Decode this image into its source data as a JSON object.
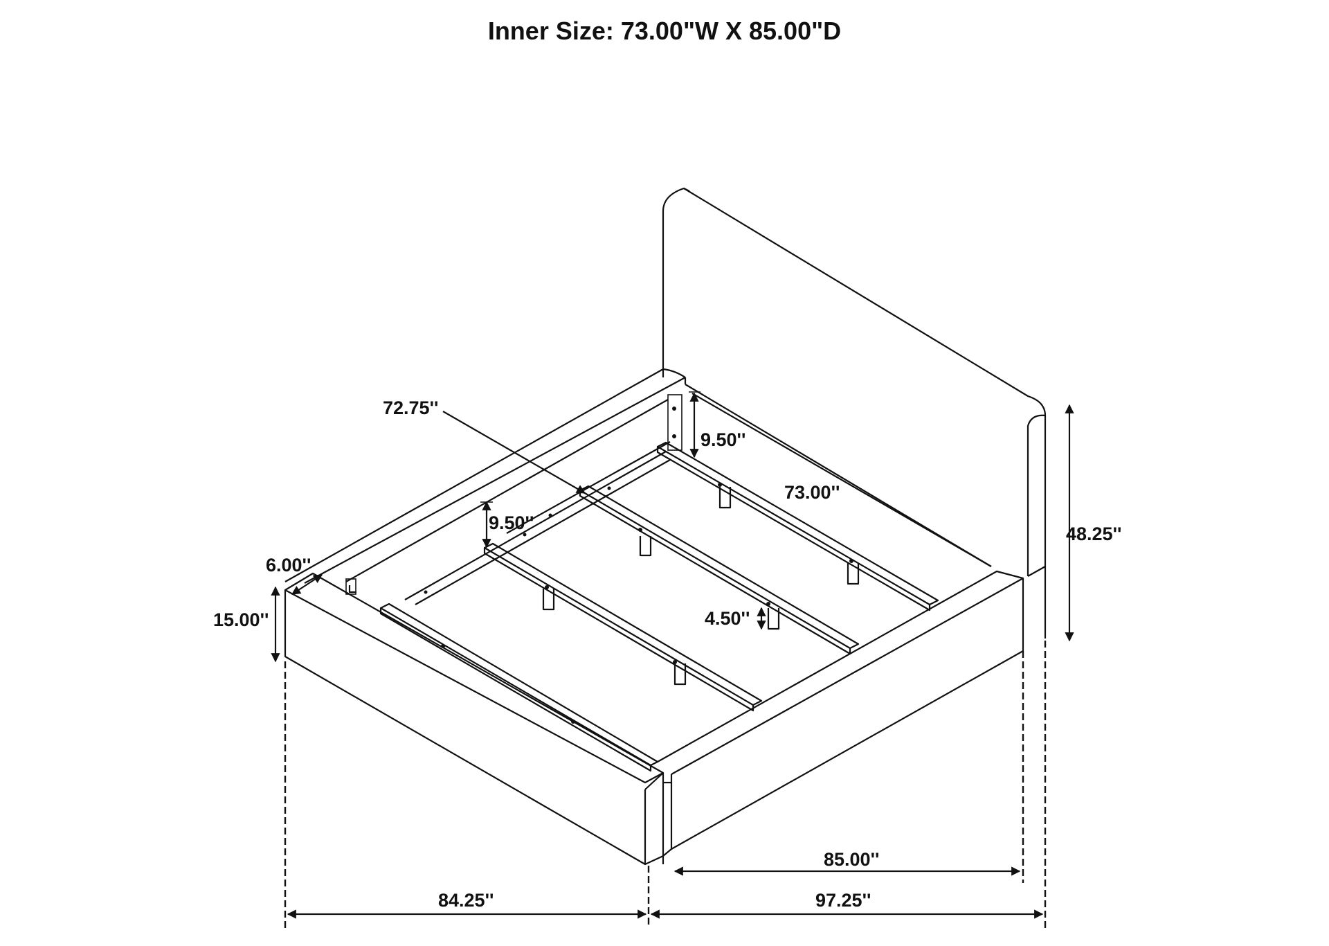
{
  "title": "Inner Size: 73.00\"W X 85.00\"D",
  "dimensions": {
    "slat_length": "72.75''",
    "rail_height_upper": "9.50''",
    "slat_span": "73.00''",
    "rail_height_lower": "9.50''",
    "headboard_height": "48.25''",
    "rail_width": "6.00''",
    "rail_height": "15.00''",
    "leg_height": "4.50''",
    "inner_length": "85.00''",
    "overall_width": "84.25''",
    "overall_length": "97.25''"
  }
}
